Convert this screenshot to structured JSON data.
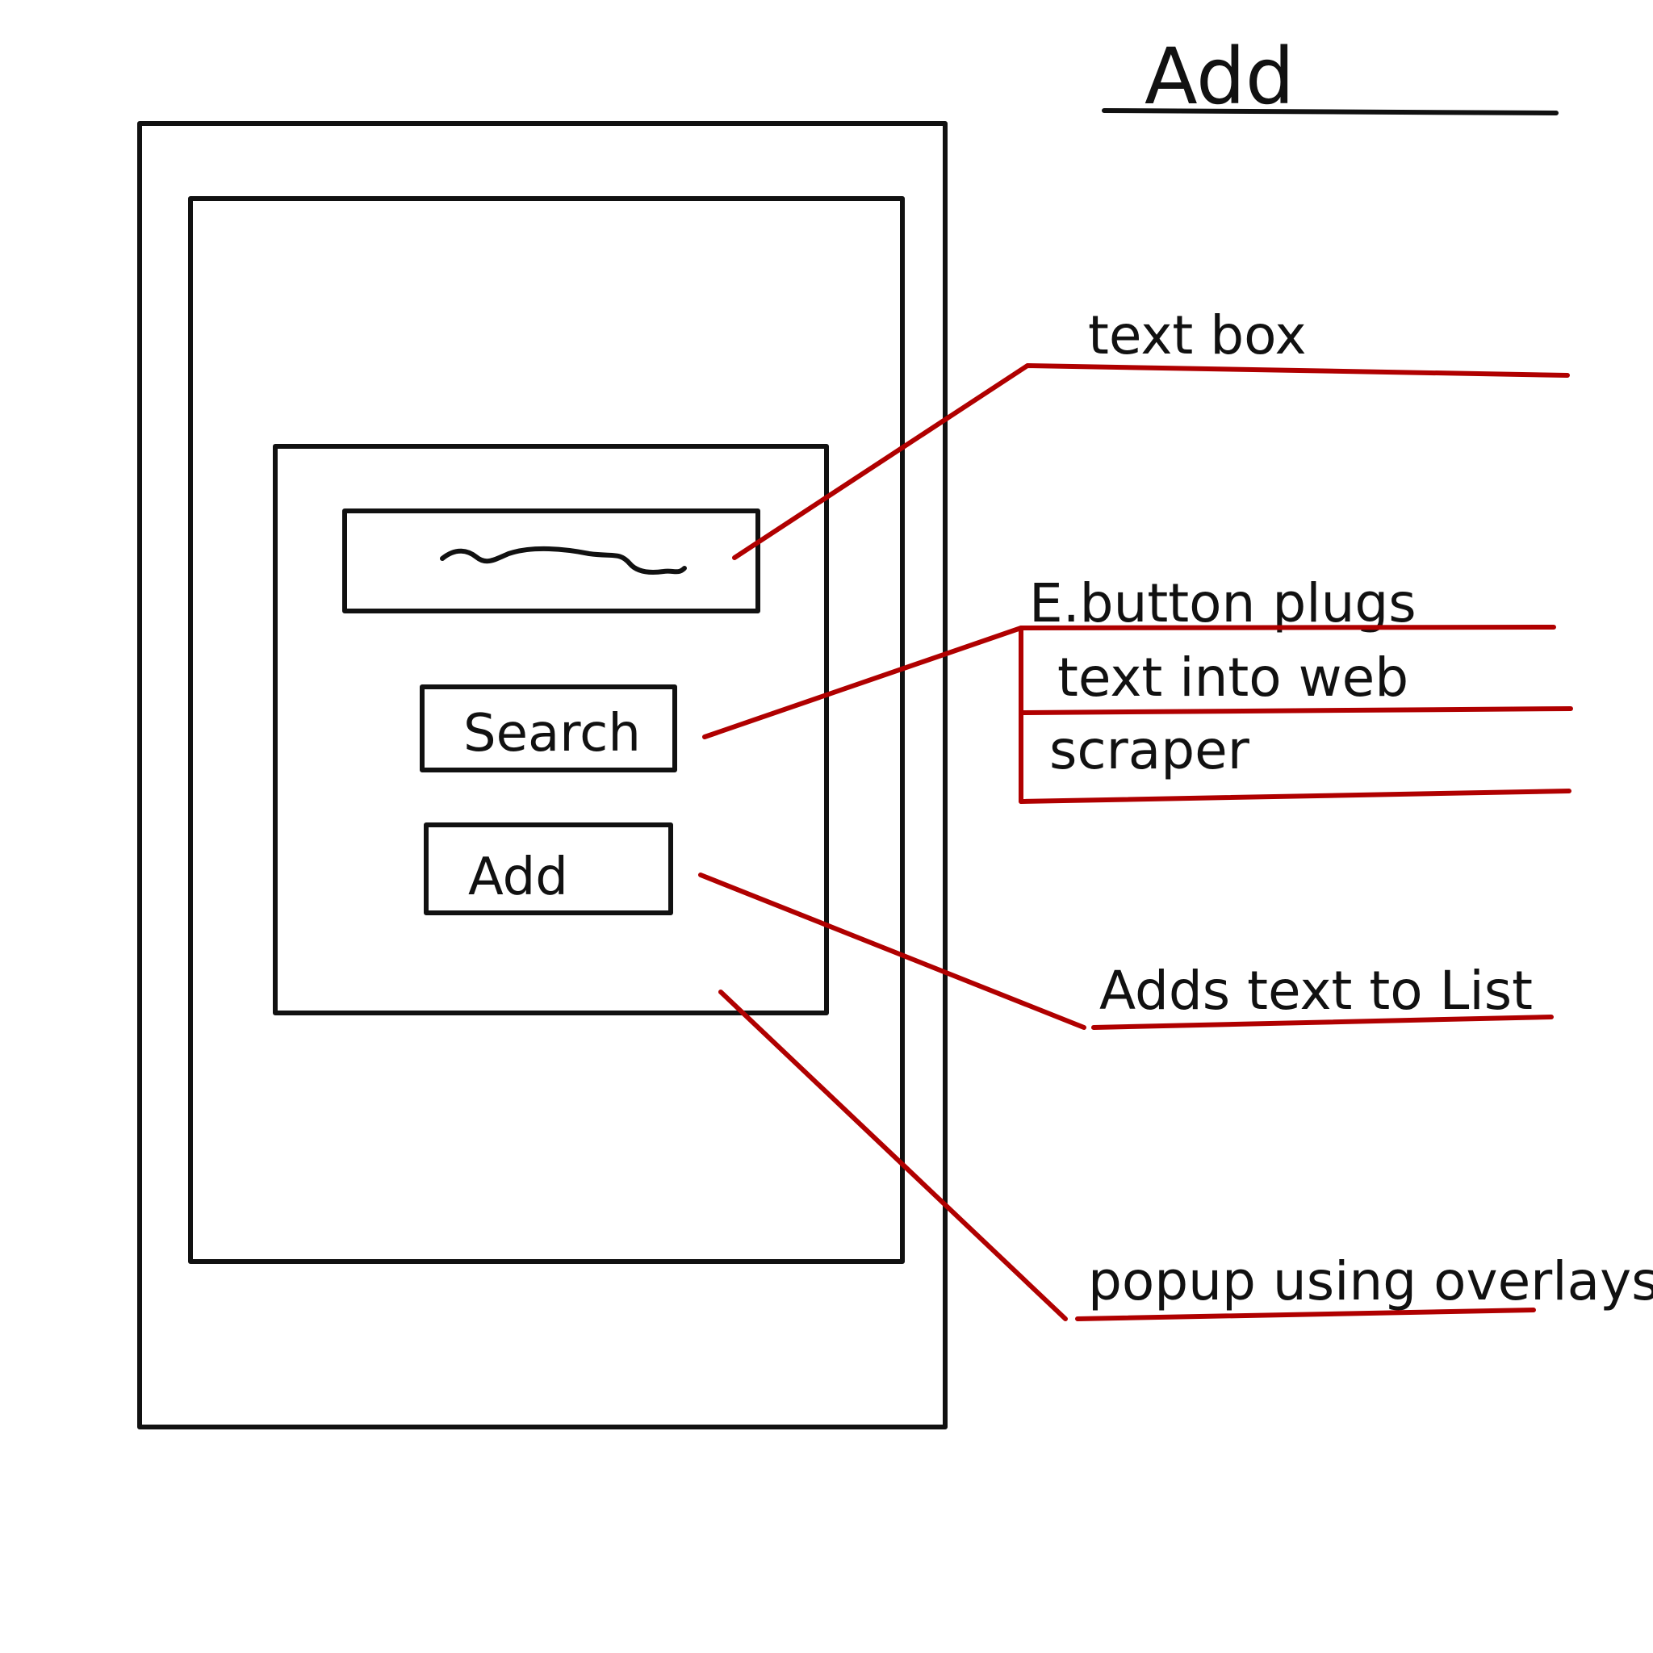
{
  "title": "Add",
  "phone": {
    "popup": {
      "text_box_scribble": "~~~",
      "search_button_label": "Search",
      "add_button_label": "Add"
    }
  },
  "annotations": {
    "text_box": "text box",
    "search_line_1": "E.button plugs",
    "search_line_2": "text into web",
    "search_line_3": "scraper",
    "add": "Adds text to List",
    "popup": "popup using overlays"
  },
  "colors": {
    "ink": "#111111",
    "annotation_red": "#b00000",
    "background": "#ffffff"
  }
}
